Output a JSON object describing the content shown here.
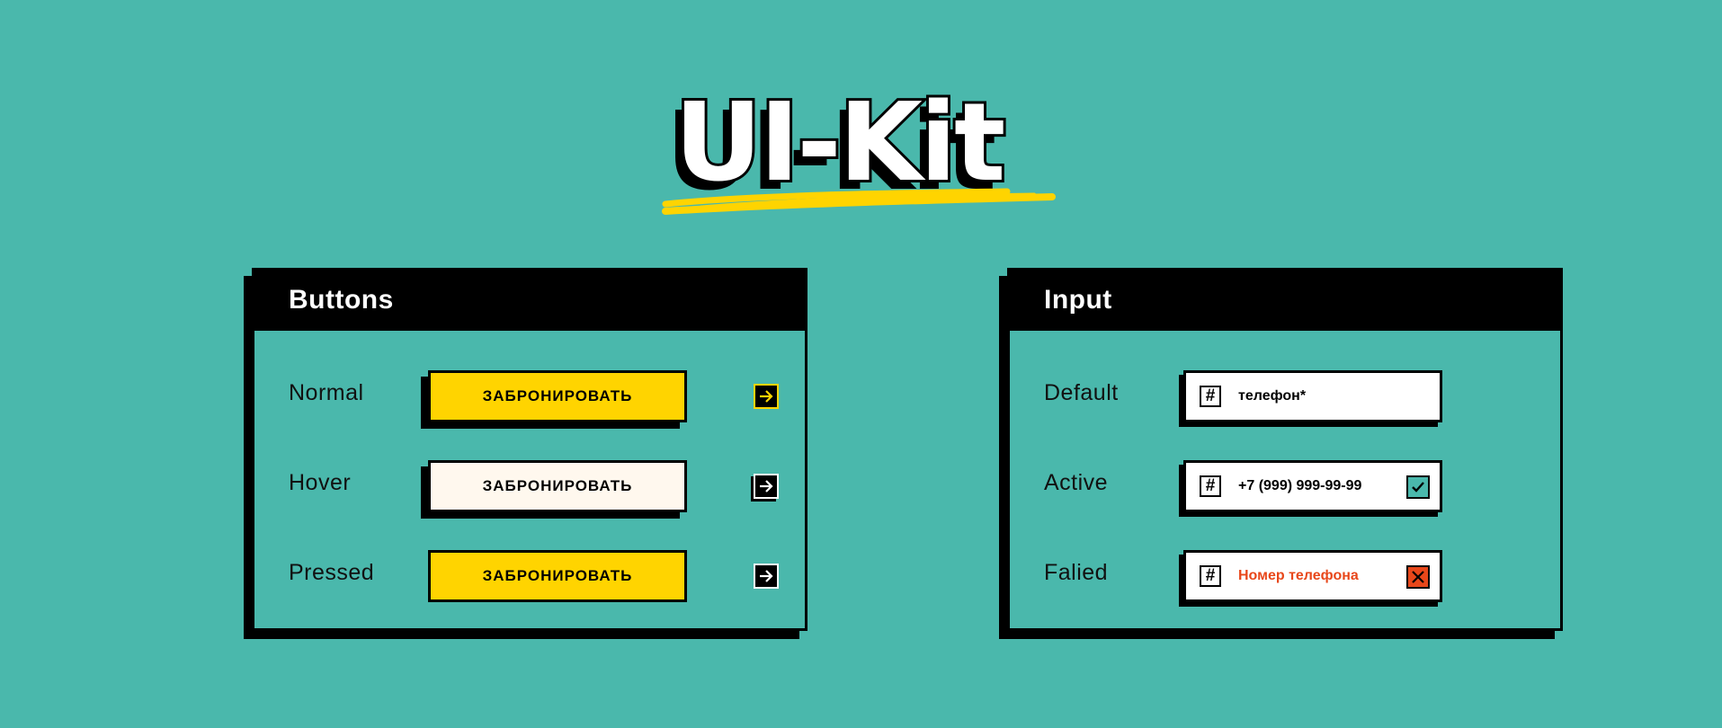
{
  "title": "UI-Kit",
  "colors": {
    "background": "#4AB8AC",
    "accent_yellow": "#FFD400",
    "cream": "#FFF8EE",
    "error": "#E8471A",
    "success": "#4AB8AC",
    "black": "#000000",
    "white": "#FFFFFF"
  },
  "buttons_panel": {
    "title": "Buttons",
    "rows": [
      {
        "label": "Normal",
        "button_label": "ЗАБРОНИРОВАТЬ",
        "icon": "arrow-right-icon"
      },
      {
        "label": "Hover",
        "button_label": "ЗАБРОНИРОВАТЬ",
        "icon": "arrow-right-icon"
      },
      {
        "label": "Pressed",
        "button_label": "ЗАБРОНИРОВАТЬ",
        "icon": "arrow-right-icon"
      }
    ]
  },
  "input_panel": {
    "title": "Input",
    "rows": [
      {
        "label": "Default",
        "placeholder": "телефон*",
        "value": "",
        "icon": "hash-icon"
      },
      {
        "label": "Active",
        "placeholder": "",
        "value": "+7 (999) 999-99-99",
        "icon": "hash-icon",
        "status_icon": "check-icon"
      },
      {
        "label": "Falied",
        "placeholder": "",
        "value": "Номер телефона",
        "icon": "hash-icon",
        "status_icon": "close-icon"
      }
    ]
  }
}
